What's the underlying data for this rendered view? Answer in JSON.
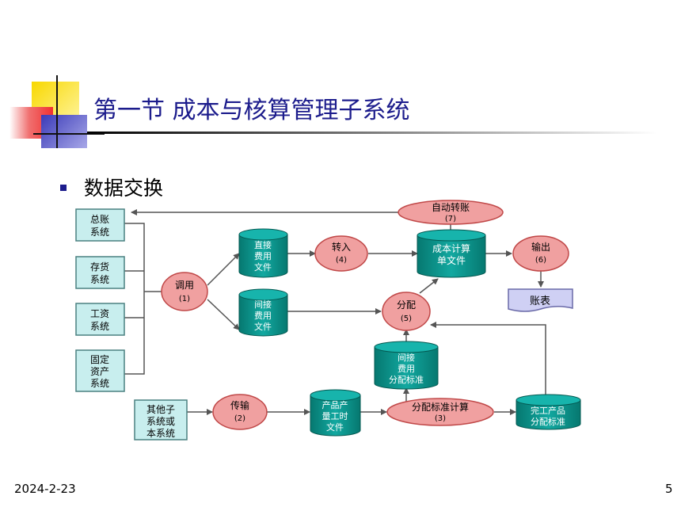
{
  "slide": {
    "title": "第一节 成本与核算管理子系统",
    "bullet": "数据交换",
    "date": "2024-2-23",
    "page_number": "5"
  },
  "colors": {
    "title": "#1c1c8c",
    "node_fill": "#f0a0a0",
    "node_stroke": "#c04848",
    "cyl_fill": "#0a9890",
    "box_fill": "#c8eeee",
    "box_stroke": "#4a8080",
    "doc_fill": "#cfd0f4"
  },
  "diagram": {
    "systems": [
      {
        "lines": [
          "总账",
          "系统"
        ]
      },
      {
        "lines": [
          "存货",
          "系统"
        ]
      },
      {
        "lines": [
          "工资",
          "系统"
        ]
      },
      {
        "lines": [
          "固定",
          "资产",
          "系统"
        ]
      }
    ],
    "other_system": {
      "lines": [
        "其他子",
        "系统或",
        "本系统"
      ]
    },
    "processes": {
      "invoke": {
        "label": "调用",
        "num": "(1)"
      },
      "transfer_in": {
        "label": "转入",
        "num": "(4)"
      },
      "auto_transfer": {
        "label": "自动转账",
        "num": "(7)"
      },
      "output": {
        "label": "输出",
        "num": "(6)"
      },
      "allocate": {
        "label": "分配",
        "num": "(5)"
      },
      "transmit": {
        "label": "传输",
        "num": "(2)"
      },
      "calc_standard": {
        "label": "分配标准计算",
        "num": "(3)"
      }
    },
    "stores": {
      "direct_cost": {
        "lines": [
          "直接",
          "费用",
          "文件"
        ]
      },
      "indirect_cost": {
        "lines": [
          "间接",
          "费用",
          "文件"
        ]
      },
      "cost_sheet": {
        "lines": [
          "成本计算",
          "单文件"
        ]
      },
      "indirect_alloc_std": {
        "lines": [
          "间接",
          "费用",
          "分配标准"
        ]
      },
      "product_hours": {
        "lines": [
          "产品产",
          "量工时",
          "文件"
        ]
      },
      "finished_alloc_std": {
        "lines": [
          "完工产品",
          "分配标准"
        ]
      }
    },
    "report": {
      "label": "账表"
    }
  }
}
